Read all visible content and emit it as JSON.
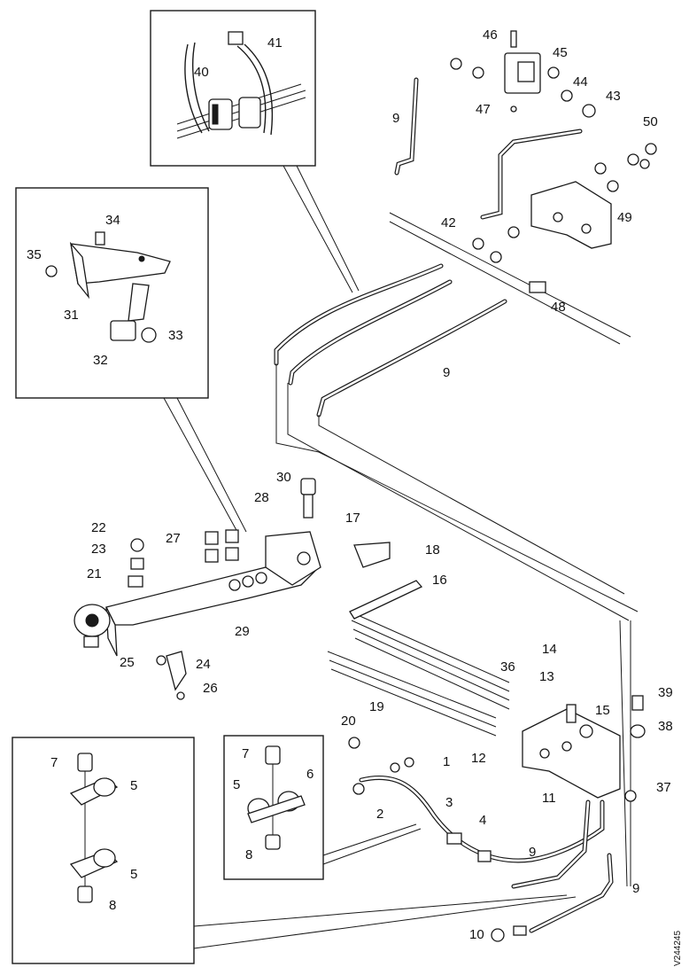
{
  "diagram": {
    "background": "#ffffff",
    "ink": "#1a1a1a",
    "reference_code": "V244245",
    "callouts": [
      {
        "key": "n41",
        "text": "41"
      },
      {
        "key": "n40",
        "text": "40"
      },
      {
        "key": "n46",
        "text": "46"
      },
      {
        "key": "n45",
        "text": "45"
      },
      {
        "key": "n44",
        "text": "44"
      },
      {
        "key": "n43",
        "text": "43"
      },
      {
        "key": "n47",
        "text": "47"
      },
      {
        "key": "n9a",
        "text": "9"
      },
      {
        "key": "n50",
        "text": "50"
      },
      {
        "key": "n49",
        "text": "49"
      },
      {
        "key": "n42",
        "text": "42"
      },
      {
        "key": "n48",
        "text": "48"
      },
      {
        "key": "n9b",
        "text": "9"
      },
      {
        "key": "n34",
        "text": "34"
      },
      {
        "key": "n35",
        "text": "35"
      },
      {
        "key": "n31",
        "text": "31"
      },
      {
        "key": "n33",
        "text": "33"
      },
      {
        "key": "n32",
        "text": "32"
      },
      {
        "key": "n30",
        "text": "30"
      },
      {
        "key": "n28",
        "text": "28"
      },
      {
        "key": "n17",
        "text": "17"
      },
      {
        "key": "n18",
        "text": "18"
      },
      {
        "key": "n27",
        "text": "27"
      },
      {
        "key": "n22",
        "text": "22"
      },
      {
        "key": "n23",
        "text": "23"
      },
      {
        "key": "n21",
        "text": "21"
      },
      {
        "key": "n16",
        "text": "16"
      },
      {
        "key": "n29",
        "text": "29"
      },
      {
        "key": "n25",
        "text": "25"
      },
      {
        "key": "n24",
        "text": "24"
      },
      {
        "key": "n26",
        "text": "26"
      },
      {
        "key": "n36",
        "text": "36"
      },
      {
        "key": "n14",
        "text": "14"
      },
      {
        "key": "n13",
        "text": "13"
      },
      {
        "key": "n15",
        "text": "15"
      },
      {
        "key": "n39",
        "text": "39"
      },
      {
        "key": "n38",
        "text": "38"
      },
      {
        "key": "n19",
        "text": "19"
      },
      {
        "key": "n20",
        "text": "20"
      },
      {
        "key": "n1",
        "text": "1"
      },
      {
        "key": "n12",
        "text": "12"
      },
      {
        "key": "n7a",
        "text": "7"
      },
      {
        "key": "n5a",
        "text": "5"
      },
      {
        "key": "n7b",
        "text": "7"
      },
      {
        "key": "n5b",
        "text": "5"
      },
      {
        "key": "n6",
        "text": "6"
      },
      {
        "key": "n2",
        "text": "2"
      },
      {
        "key": "n3",
        "text": "3"
      },
      {
        "key": "n11",
        "text": "11"
      },
      {
        "key": "n37",
        "text": "37"
      },
      {
        "key": "n4",
        "text": "4"
      },
      {
        "key": "n8b",
        "text": "8"
      },
      {
        "key": "n5c",
        "text": "5"
      },
      {
        "key": "n9c",
        "text": "9"
      },
      {
        "key": "n9d",
        "text": "9"
      },
      {
        "key": "n8a",
        "text": "8"
      },
      {
        "key": "n10",
        "text": "10"
      }
    ]
  }
}
